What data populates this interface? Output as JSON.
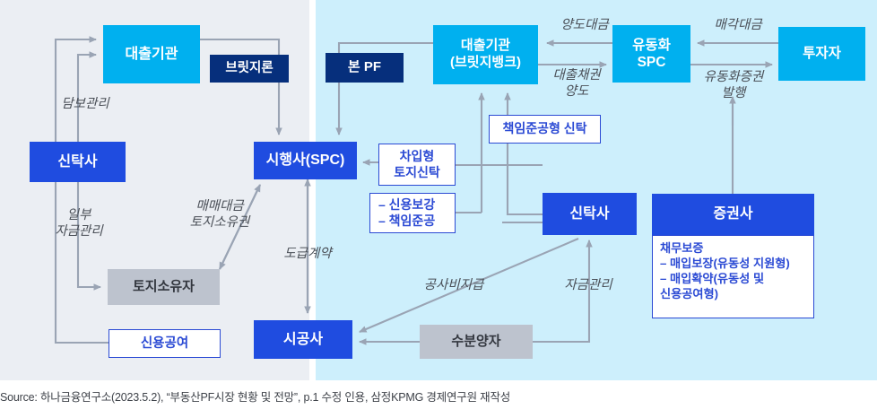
{
  "figure": {
    "type": "flow-diagram",
    "source_note": "Source: 하나금융연구소(2023.5.2), “부동산PF시장 현황 및 전망”, p.1 수정 인용, 삼정KPMG 경제연구원 재작성",
    "palette": {
      "panel_left_bg": "#ebeef3",
      "panel_right_bg": "#cdeffc",
      "cyan": "#00b0ef",
      "blue": "#1f4ce0",
      "navy": "#062f7c",
      "gray": "#bdc3ce",
      "white_box_border": "#2b4ad4",
      "arrow": "#9aa4b4"
    }
  },
  "left_panel": {
    "nodes": [
      {
        "id": "lender",
        "label": "대출기관",
        "style": "cyan"
      },
      {
        "id": "bridge_loan",
        "label": "브릿지론",
        "style": "navy"
      },
      {
        "id": "trustee",
        "label": "신탁사",
        "style": "blue"
      },
      {
        "id": "developer",
        "label": "시행사(SPC)",
        "style": "blue"
      },
      {
        "id": "landowner",
        "label": "토지소유자",
        "style": "gray"
      },
      {
        "id": "credit_support",
        "label": "신용공여",
        "style": "white"
      },
      {
        "id": "contractor",
        "label": "시공사",
        "style": "blue"
      }
    ],
    "edge_labels": [
      {
        "id": "collateral_mgmt",
        "text": "담보관리"
      },
      {
        "id": "partial_fund_mgmt",
        "text": "일부\n자금관리"
      },
      {
        "id": "sale_price_land_title",
        "text": "매매대금\n토지소유권"
      },
      {
        "id": "construction_contract",
        "text": "도급계약"
      }
    ]
  },
  "right_panel": {
    "nodes": [
      {
        "id": "main_pf",
        "label": "본 PF",
        "style": "navy"
      },
      {
        "id": "bridge_bank",
        "label": "대출기관\n(브릿지뱅크)",
        "style": "cyan"
      },
      {
        "id": "abs_spc",
        "label": "유동화\nSPC",
        "style": "cyan"
      },
      {
        "id": "investor",
        "label": "투자자",
        "style": "cyan"
      },
      {
        "id": "completion_trust",
        "label": "책임준공형 신탁",
        "style": "white"
      },
      {
        "id": "loan_type_land_trust",
        "label": "차입형\n토지신탁",
        "style": "white"
      },
      {
        "id": "credit_items",
        "label": "– 신용보강\n– 책임준공",
        "style": "white"
      },
      {
        "id": "trustee_r",
        "label": "신탁사",
        "style": "blue"
      },
      {
        "id": "securities_firm",
        "label": "증권사",
        "style": "blue"
      },
      {
        "id": "buyer",
        "label": "수분양자",
        "style": "gray"
      }
    ],
    "securities_detail": "채무보증\n–  매입보장(유동성 지원형)\n–  매입확약(유동성 및\n      신용공여형)",
    "edge_labels": [
      {
        "id": "transfer_price",
        "text": "양도대금"
      },
      {
        "id": "loan_claim_transfer",
        "text": "대출채권\n양도"
      },
      {
        "id": "sale_proceeds",
        "text": "매각대금"
      },
      {
        "id": "abs_issuance",
        "text": "유동화증권\n발행"
      },
      {
        "id": "construction_payment",
        "text": "공사비지급"
      },
      {
        "id": "fund_mgmt",
        "text": "자금관리"
      }
    ]
  }
}
